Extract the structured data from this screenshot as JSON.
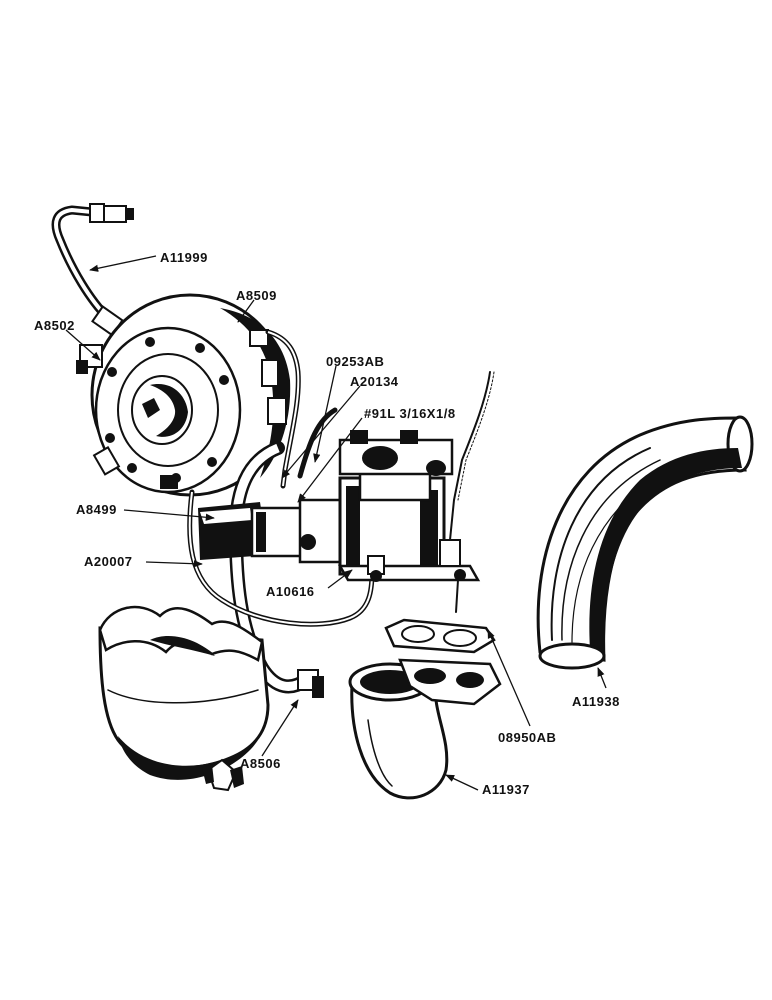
{
  "colors": {
    "ink": "#111111",
    "paper": "#ffffff"
  },
  "labels": {
    "a11999": "A11999",
    "a8509": "A8509",
    "a8502": "A8502",
    "p09253ab": "09253AB",
    "a20134": "A20134",
    "screw": "#91L 3/16X1/8",
    "a8499": "A8499",
    "a20007": "A20007",
    "a10616": "A10616",
    "a11938": "A11938",
    "p08950ab": "08950AB",
    "a8506": "A8506",
    "a11937": "A11937"
  }
}
